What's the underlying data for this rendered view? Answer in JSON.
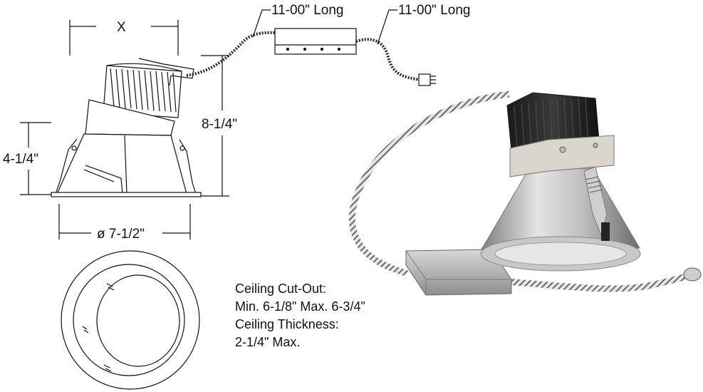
{
  "dimensions": {
    "width_label": "X",
    "height_total": "8-1/4\"",
    "height_body": "4-1/4\"",
    "diameter": "ø 7-1/2\"",
    "lead_1": "11-00\" Long",
    "lead_2": "11-00\" Long"
  },
  "notes": {
    "cutout_label": "Ceiling Cut-Out:",
    "cutout_value": "Min. 6-1/8\"  Max. 6-3/4\"",
    "thickness_label": "Ceiling Thickness:",
    "thickness_value": "2-1/4\" Max."
  }
}
